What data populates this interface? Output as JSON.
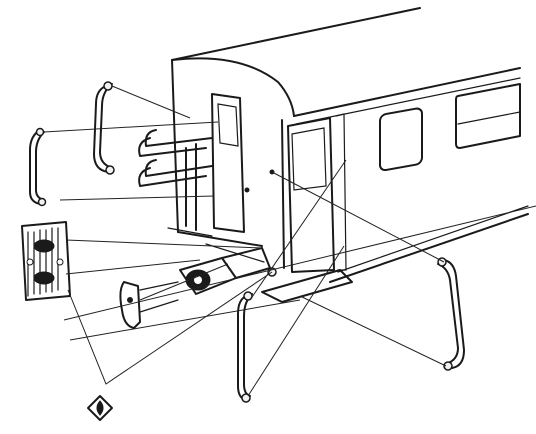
{
  "figure": {
    "kind": "exploded-view line drawing",
    "ink_color": "#1a1a1a",
    "paper_color": "#ffffff",
    "parts": [
      "carriage-body",
      "end-door",
      "side-door",
      "side-windows",
      "roof-curve",
      "grab-handle-upper-left",
      "grab-handle-mid-left",
      "step-ladder-rungs",
      "buffer-block",
      "coupling-hook",
      "coupler-assembly",
      "lower-grab-handle-center",
      "grab-handle-right",
      "footstep-plate",
      "attachment-symbol"
    ]
  }
}
